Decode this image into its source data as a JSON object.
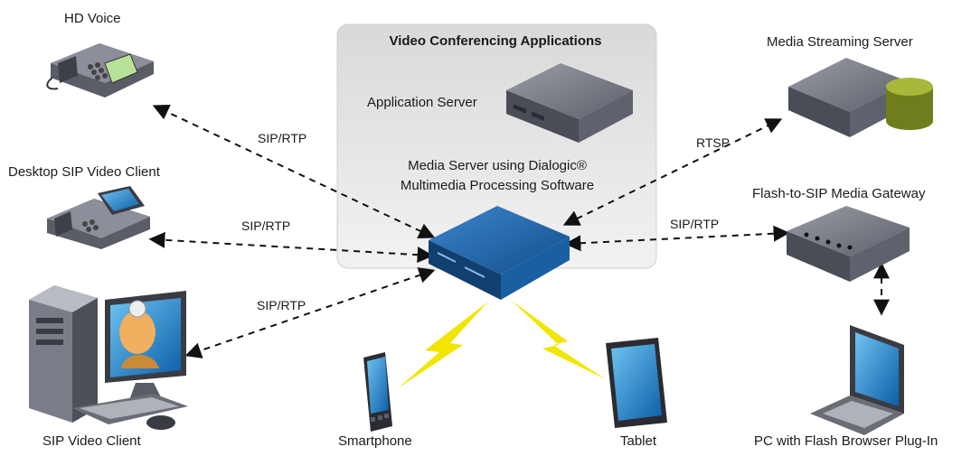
{
  "panel": {
    "title": "Video Conferencing Applications"
  },
  "nodes": {
    "hd_voice": "HD Voice",
    "desktop_client": "Desktop SIP Video Client",
    "sip_client": "SIP Video Client",
    "app_server": "Application Server",
    "media_server_line1": "Media Server using Dialogic®",
    "media_server_line2": "Multimedia Processing Software",
    "streaming_server": "Media Streaming Server",
    "flash_gateway": "Flash-to-SIP Media Gateway",
    "pc_flash": "PC with Flash Browser Plug-In",
    "smartphone": "Smartphone",
    "tablet": "Tablet"
  },
  "edges": {
    "hd_voice": "SIP/RTP",
    "desktop_client": "SIP/RTP",
    "sip_client": "SIP/RTP",
    "streaming": "RTSP",
    "gateway": "SIP/RTP"
  },
  "colors": {
    "panel_bg": "#e3e3e3",
    "server_blue": "#1b5fa3",
    "server_gray": "#6b6e78",
    "lightning": "#f2e600",
    "storage_green": "#8a9a28"
  }
}
